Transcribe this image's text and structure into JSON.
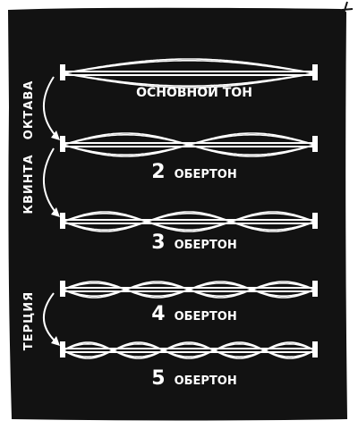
{
  "figure": {
    "background_color": "#121212",
    "ink_color": "#ffffff",
    "page_color": "#ffffff"
  },
  "strings": [
    {
      "name": "fundamental",
      "loops": 1,
      "label_number": "",
      "label_text": "ОСНОВНОЙ ТОН"
    },
    {
      "name": "overtone-2",
      "loops": 2,
      "label_number": "2",
      "label_text": "ОБЕРТОН"
    },
    {
      "name": "overtone-3",
      "loops": 3,
      "label_number": "3",
      "label_text": "ОБЕРТОН"
    },
    {
      "name": "overtone-4",
      "loops": 4,
      "label_number": "4",
      "label_text": "ОБЕРТОН"
    },
    {
      "name": "overtone-5",
      "loops": 5,
      "label_number": "5",
      "label_text": "ОБЕРТОН"
    }
  ],
  "intervals": [
    {
      "name": "octave",
      "label": "ОКТАВА",
      "from": 0,
      "to": 1
    },
    {
      "name": "fifth",
      "label": "КВИНТА",
      "from": 1,
      "to": 2
    },
    {
      "name": "third",
      "label": "ТЕРЦИЯ",
      "from": 3,
      "to": 4
    }
  ]
}
